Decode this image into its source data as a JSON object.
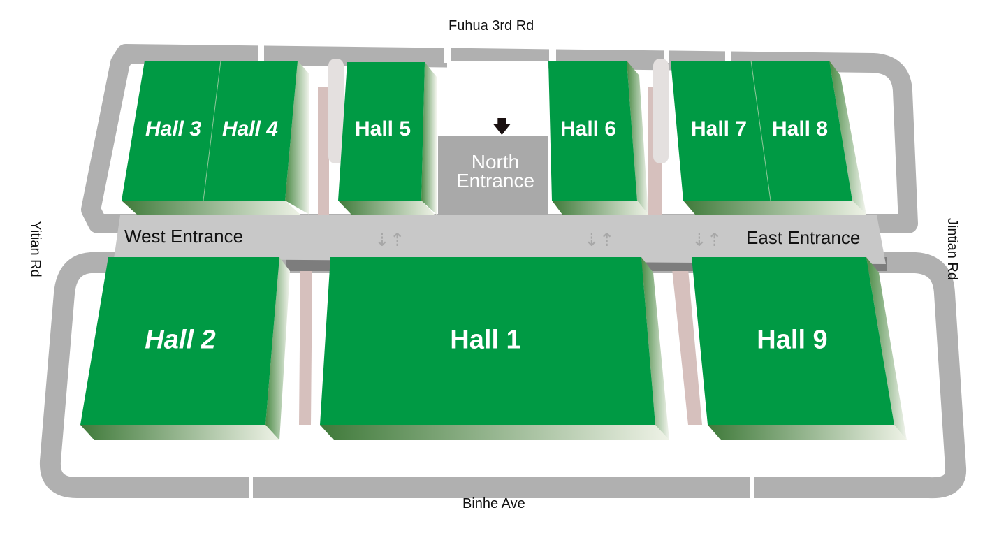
{
  "roads": {
    "north": "Fuhua 3rd Rd",
    "south": "Binhe Ave",
    "west": "Yitian Rd",
    "east": "Jintian Rd"
  },
  "entrances": {
    "west": "West Entrance",
    "east": "East Entrance",
    "north": "North Entrance"
  },
  "halls": {
    "h1": "Hall 1",
    "h2": "Hall 2",
    "h3": "Hall 3",
    "h4": "Hall 4",
    "h5": "Hall 5",
    "h6": "Hall 6",
    "h7": "Hall 7",
    "h8": "Hall 8",
    "h9": "Hall 9"
  },
  "colors": {
    "hall": "#009a44",
    "road": "#b0b0b0",
    "corridor": "#c8c8c8",
    "path": "#d6c0bd"
  }
}
